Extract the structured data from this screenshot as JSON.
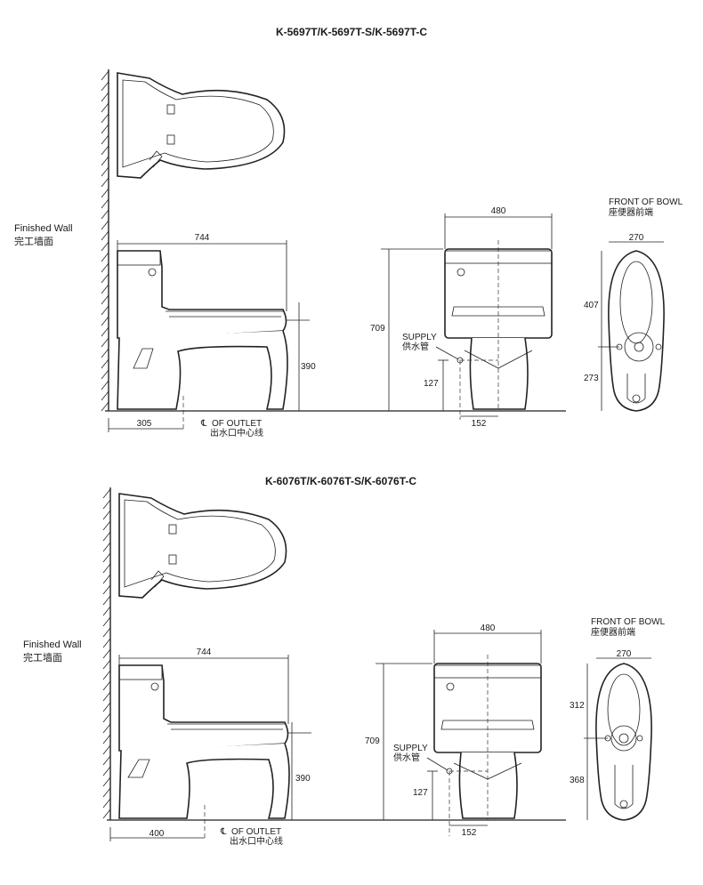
{
  "top": {
    "title": "K-5697T/K-5697T-S/K-5697T-C",
    "finished_wall_en": "Finished Wall",
    "finished_wall_cn": "完工墙面",
    "dim_length": "744",
    "dim_height_seat": "390",
    "dim_offset": "305",
    "outlet_en": "OF OUTLET",
    "outlet_cn": "出水口中心线",
    "dim_width": "480",
    "dim_total_height": "709",
    "supply_en": "SUPPLY",
    "supply_cn": "供水管",
    "dim_supply_height": "127",
    "dim_supply_offset": "152",
    "front_bowl_en": "FRONT OF BOWL",
    "front_bowl_cn": "座便器前端",
    "dim_bowl_width": "270",
    "dim_bowl_front": "407",
    "dim_bowl_rear": "273"
  },
  "bottom": {
    "title": "K-6076T/K-6076T-S/K-6076T-C",
    "finished_wall_en": "Finished Wall",
    "finished_wall_cn": "完工墙面",
    "dim_length": "744",
    "dim_height_seat": "390",
    "dim_offset": "400",
    "outlet_en": "OF OUTLET",
    "outlet_cn": "出水口中心线",
    "dim_width": "480",
    "dim_total_height": "709",
    "supply_en": "SUPPLY",
    "supply_cn": "供水管",
    "dim_supply_height": "127",
    "dim_supply_offset": "152",
    "front_bowl_en": "FRONT OF BOWL",
    "front_bowl_cn": "座便器前端",
    "dim_bowl_width": "270",
    "dim_bowl_front": "312",
    "dim_bowl_rear": "368"
  }
}
